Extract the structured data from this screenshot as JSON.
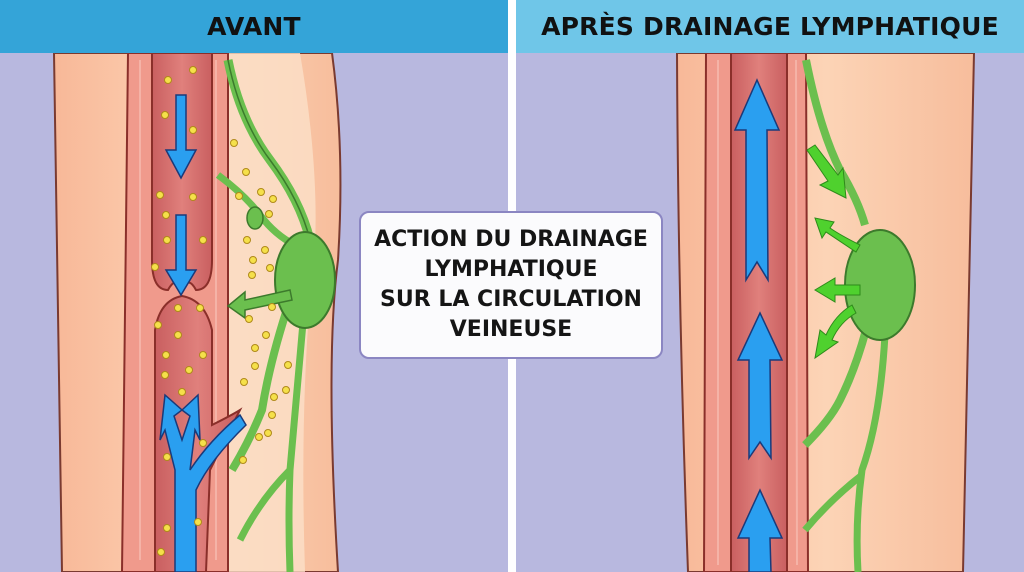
{
  "header": {
    "left_title": "AVANT",
    "right_title": "APRÈS DRAINAGE LYMPHATIQUE"
  },
  "caption": {
    "lines": [
      "ACTION DU DRAINAGE",
      "LYMPHATIQUE",
      "SUR LA CIRCULATION",
      "VEINEUSE"
    ]
  },
  "colors": {
    "header_left_bg": "#34a4d8",
    "header_right_bg": "#6fc6e8",
    "background": "#b8b8df",
    "skin": "#f9c9a8",
    "vein_wall": "#f09a8c",
    "vein_lumen": "#d9716f",
    "flow_arrow": "#2a9ff0",
    "lymph_vessel": "#6bbf4e",
    "lymph_arrow": "#4fd12e",
    "fluid_dots": "#f5e04a"
  },
  "panels": {
    "left": {
      "state": "before",
      "blood_flow": "downward / reflux",
      "features": [
        "dilated vein",
        "insufficient valve",
        "fluid dots accumulated in tissue",
        "lymph node"
      ]
    },
    "right": {
      "state": "after lymphatic drainage",
      "blood_flow": "upward",
      "features": [
        "normal vein",
        "lymph node draining",
        "green drainage arrows"
      ]
    }
  }
}
